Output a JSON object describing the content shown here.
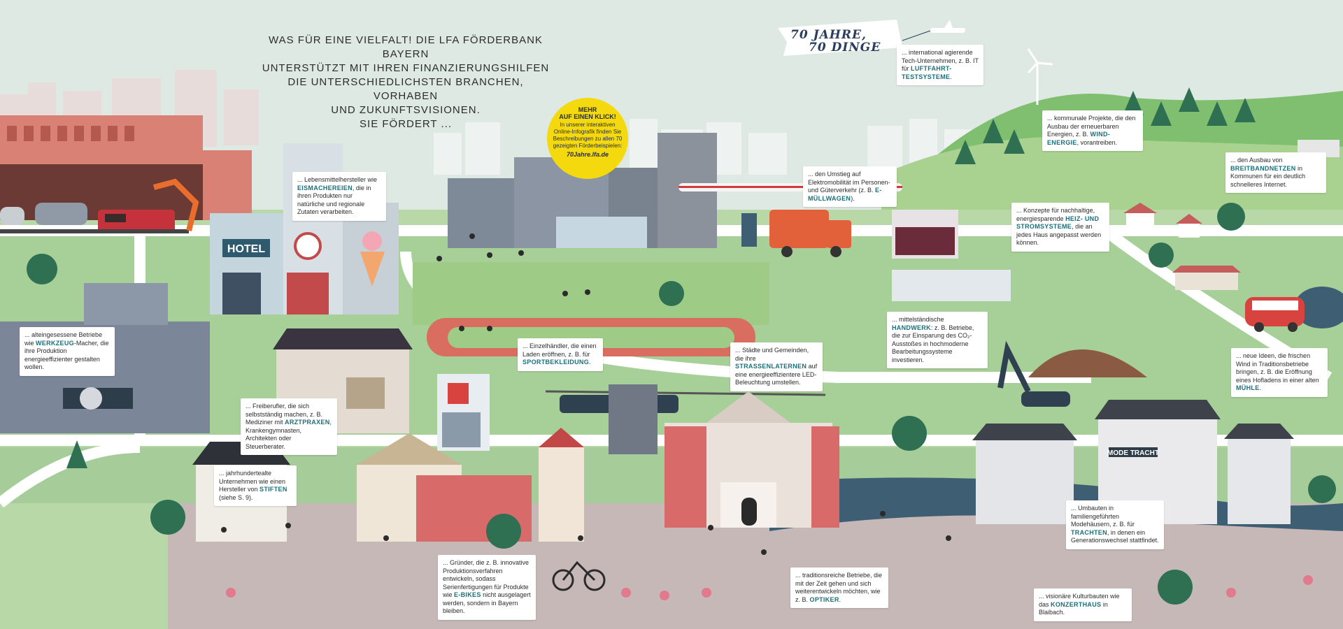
{
  "headline": {
    "lines": [
      "WAS FÜR EINE VIELFALT! DIE LFA FÖRDERBANK BAYERN",
      "UNTERSTÜTZT MIT IHREN FINANZIERUNGSHILFEN",
      "DIE UNTERSCHIEDLICHSTEN BRANCHEN, VORHABEN",
      "UND ZUKUNFTSVISIONEN.",
      "SIE FÖRDERT ..."
    ]
  },
  "banner": {
    "line1": "70 JAHRE,",
    "line2": "70 DINGE"
  },
  "promo": {
    "heading_line1": "MEHR",
    "heading_line2": "AUF EINEN KLICK!",
    "body": "In unserer interaktiven Online-Infografik finden Sie Beschreibungen zu allen 70 gezeigten Förderbeispielen:",
    "url": "70Jahre.lfa.de"
  },
  "signs": {
    "hotel": "HOTEL",
    "shop": "MODE TRACHT"
  },
  "cards": [
    {
      "pre": "... international agierende Tech-Unternehmen, z. B. IT für ",
      "em": "LUFTFAHRT-TESTSYSTEME",
      "post": "."
    },
    {
      "pre": "... kommunale Projekte, die den Ausbau der erneuerbaren Energien, z. B. ",
      "em": "WIND-ENERGIE",
      "post": ", vorantreiben."
    },
    {
      "pre": "... den Ausbau von ",
      "em": "BREITBANDNETZEN",
      "post": " in Kommunen für ein deutlich schnelleres Internet."
    },
    {
      "pre": "... Lebensmittelhersteller wie ",
      "em": "EISMACHEREIEN",
      "post": ", die in ihren Produkten nur natürliche und regionale Zutaten verarbeiten."
    },
    {
      "pre": "... den Umstieg auf Elektromobilität im Personen- und Güterverkehr (z. B. ",
      "em": "E-MÜLLWAGEN",
      "post": ")."
    },
    {
      "pre": "... Konzepte für nachhaltige, energiesparende ",
      "em": "HEIZ- UND STROMSYSTEME",
      "post": ", die an jedes Haus angepasst werden können."
    },
    {
      "pre": "... alteingesessene Betriebe wie ",
      "em": "WERKZEUG",
      "post": "-Macher, die ihre Produktion energieeffizienter gestalten wollen."
    },
    {
      "pre": "... Einzelhändler, die einen Laden eröffnen, z. B. für ",
      "em": "SPORTBEKLEIDUNG",
      "post": "."
    },
    {
      "pre": "... mittelständische ",
      "em": "HANDWERK",
      "post": ": z. B. Betriebe, die zur Einsparung des CO₂-Ausstoßes in hochmoderne Bearbeitungssysteme investieren."
    },
    {
      "pre": "... Städte und Gemeinden, die ihre ",
      "em": "STRASSENLATERNEN",
      "post": " auf eine energieeffizientere LED-Beleuchtung umstellen."
    },
    {
      "pre": "... neue Ideen, die frischen Wind in Traditionsbetriebe bringen, z. B. die Eröffnung eines Hofladens in einer alten ",
      "em": "MÜHLE",
      "post": "."
    },
    {
      "pre": "... Freiberufler, die sich selbstständig machen, z. B. Mediziner mit ",
      "em": "ARZTPRAXEN",
      "post": ", Krankengymnasten, Architekten oder Steuerberater."
    },
    {
      "pre": "... jahrhundertealte Unternehmen wie einen Hersteller von ",
      "em": "STIFTEN",
      "post": " (siehe S. 9)."
    },
    {
      "pre": "... Umbauten in familiengeführten Modehäusern, z. B. für ",
      "em": "TRACHTEN",
      "post": ", in denen ein Generationswechsel stattfindet."
    },
    {
      "pre": "... Gründer, die z. B. innovative Produktionsverfahren entwickeln, sodass Serienfertigungen für Produkte wie ",
      "em": "E-BIKES",
      "post": " nicht ausgelagert werden, sondern in Bayern bleiben."
    },
    {
      "pre": "... traditionsreiche Betriebe, die mit der Zeit gehen und sich weiterentwickeln möchten, wie z. B. ",
      "em": "OPTIKER",
      "post": "."
    },
    {
      "pre": "... visionäre Kulturbauten wie das ",
      "em": "KONZERTHAUS",
      "post": " in Blaibach."
    }
  ],
  "colors": {
    "sky": "#dfe9e4",
    "grass": "#7ac07e",
    "road": "#ffffff",
    "accent": "#1b6f7a",
    "promo": "#f5d90f"
  }
}
